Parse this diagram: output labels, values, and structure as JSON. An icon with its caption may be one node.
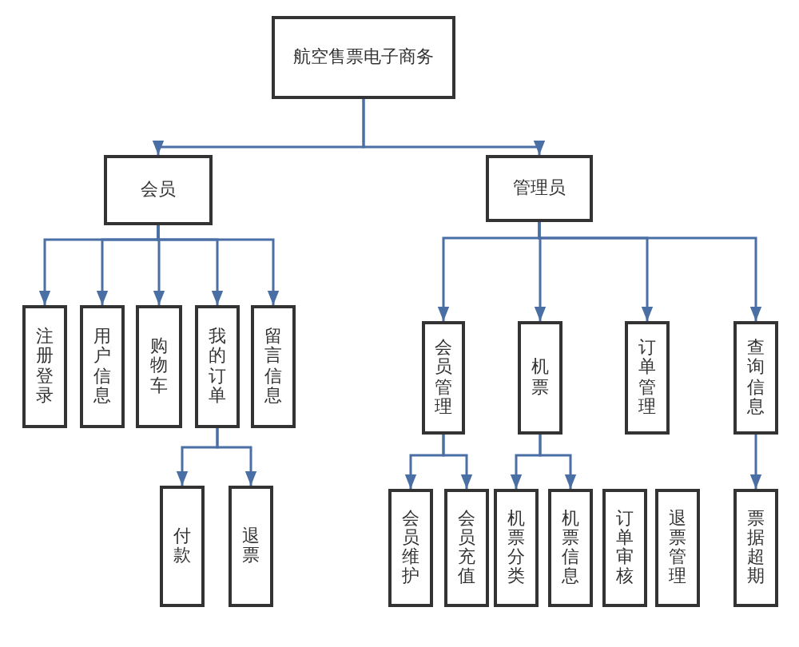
{
  "diagram": {
    "nodes": [
      {
        "text": [
          "航空售票电子商务"
        ]
      },
      {
        "text": [
          "会员"
        ]
      },
      {
        "text": [
          "管理员"
        ]
      },
      {
        "text": [
          "注册登录"
        ]
      },
      {
        "text": [
          "用户信息"
        ]
      },
      {
        "text": [
          "购物车"
        ]
      },
      {
        "text": [
          "我的订单"
        ]
      },
      {
        "text": [
          "留言信息"
        ]
      },
      {
        "text": [
          "会员管理"
        ]
      },
      {
        "text": [
          "机票"
        ]
      },
      {
        "text": [
          "订单管理"
        ]
      },
      {
        "text": [
          "查询信息"
        ]
      },
      {
        "text": [
          "付款"
        ]
      },
      {
        "text": [
          "退票"
        ]
      },
      {
        "text": [
          "会员维护"
        ]
      },
      {
        "text": [
          "会员充值"
        ]
      },
      {
        "text": [
          "机票分类"
        ]
      },
      {
        "text": [
          "机票信息"
        ]
      },
      {
        "text": [
          "订单审核"
        ]
      },
      {
        "text": [
          "退票管理"
        ]
      },
      {
        "text": [
          "票据超期"
        ]
      }
    ],
    "edges": [
      {
        "from": 0,
        "to": 1,
        "arrow": "to"
      },
      {
        "from": 0,
        "to": 2,
        "arrow": "to"
      },
      {
        "from": 1,
        "to": 3,
        "arrow": "to"
      },
      {
        "from": 1,
        "to": 4,
        "arrow": "to"
      },
      {
        "from": 1,
        "to": 5,
        "arrow": "to"
      },
      {
        "from": 1,
        "to": 6,
        "arrow": "to"
      },
      {
        "from": 1,
        "to": 7,
        "arrow": "to"
      },
      {
        "from": 2,
        "to": 8,
        "arrow": "to"
      },
      {
        "from": 2,
        "to": 9,
        "arrow": "to"
      },
      {
        "from": 2,
        "to": 10,
        "arrow": "to"
      },
      {
        "from": 2,
        "to": 11,
        "arrow": "to"
      },
      {
        "from": 6,
        "to": 12,
        "arrow": "to"
      },
      {
        "from": 6,
        "to": 13,
        "arrow": "to"
      },
      {
        "from": 8,
        "to": 14,
        "arrow": "to"
      },
      {
        "from": 8,
        "to": 15,
        "arrow": "to"
      },
      {
        "from": 9,
        "to": 16,
        "arrow": "to"
      },
      {
        "from": 9,
        "to": 17,
        "arrow": "to"
      },
      {
        "from": 11,
        "to": 20,
        "arrow": "to"
      }
    ]
  }
}
